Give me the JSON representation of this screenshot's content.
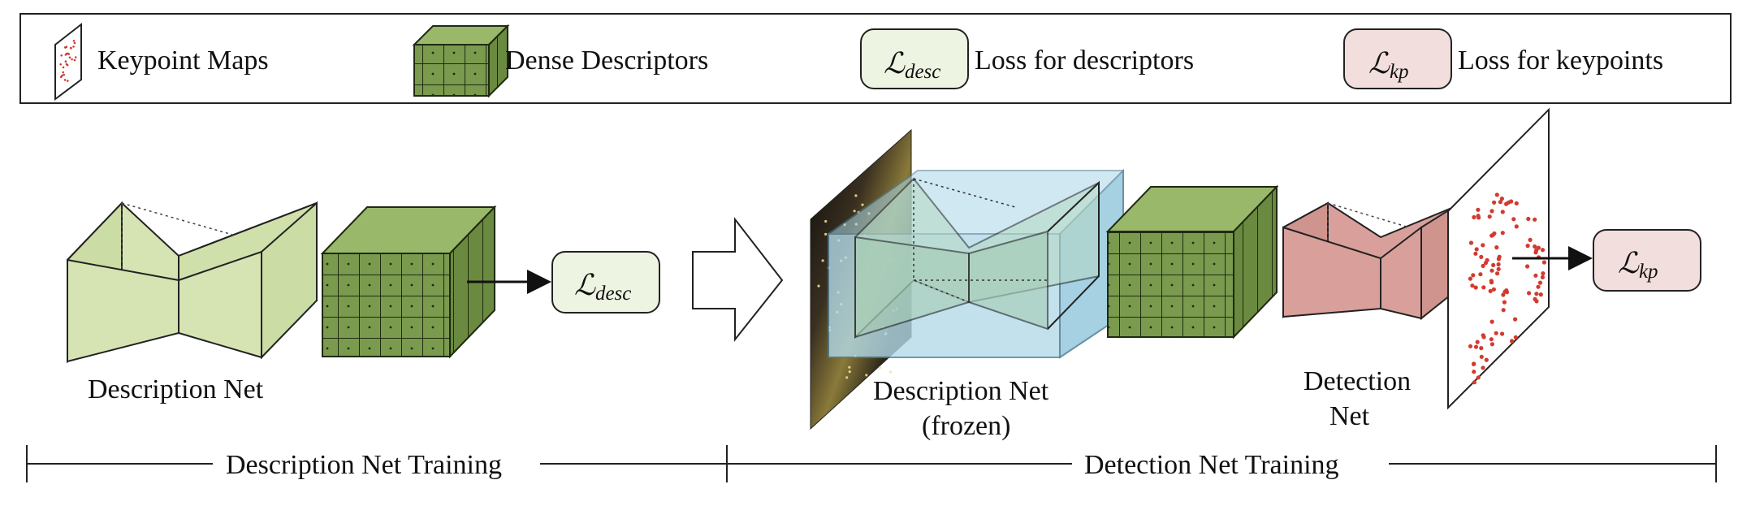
{
  "legend": {
    "keypoint_maps": "Keypoint Maps",
    "dense_descriptors": "Dense Descriptors",
    "loss_desc_symbol": "ℒ",
    "loss_desc_sub": "desc",
    "loss_desc_label": "Loss for descriptors",
    "loss_kp_symbol": "ℒ",
    "loss_kp_sub": "kp",
    "loss_kp_label": "Loss for keypoints"
  },
  "left_stage": {
    "net_label": "Description Net",
    "loss_symbol": "ℒ",
    "loss_sub": "desc"
  },
  "right_stage": {
    "frozen_label_line1": "Description Net",
    "frozen_label_line2": "(frozen)",
    "detect_label_line1": "Detection",
    "detect_label_line2": "Net",
    "loss_symbol": "ℒ",
    "loss_sub": "kp"
  },
  "timeline": {
    "left_label": "Description Net Training",
    "right_label": "Detection Net Training"
  },
  "colors": {
    "green_light": "#d6e4b4",
    "green_dark": "#7a9a4e",
    "blue_frozen": "#a9d6e8",
    "red_net": "#d9a09b",
    "loss_desc_fill": "#eef4e2",
    "loss_kp_fill": "#f2dedc",
    "dot": "#d33a2f"
  }
}
